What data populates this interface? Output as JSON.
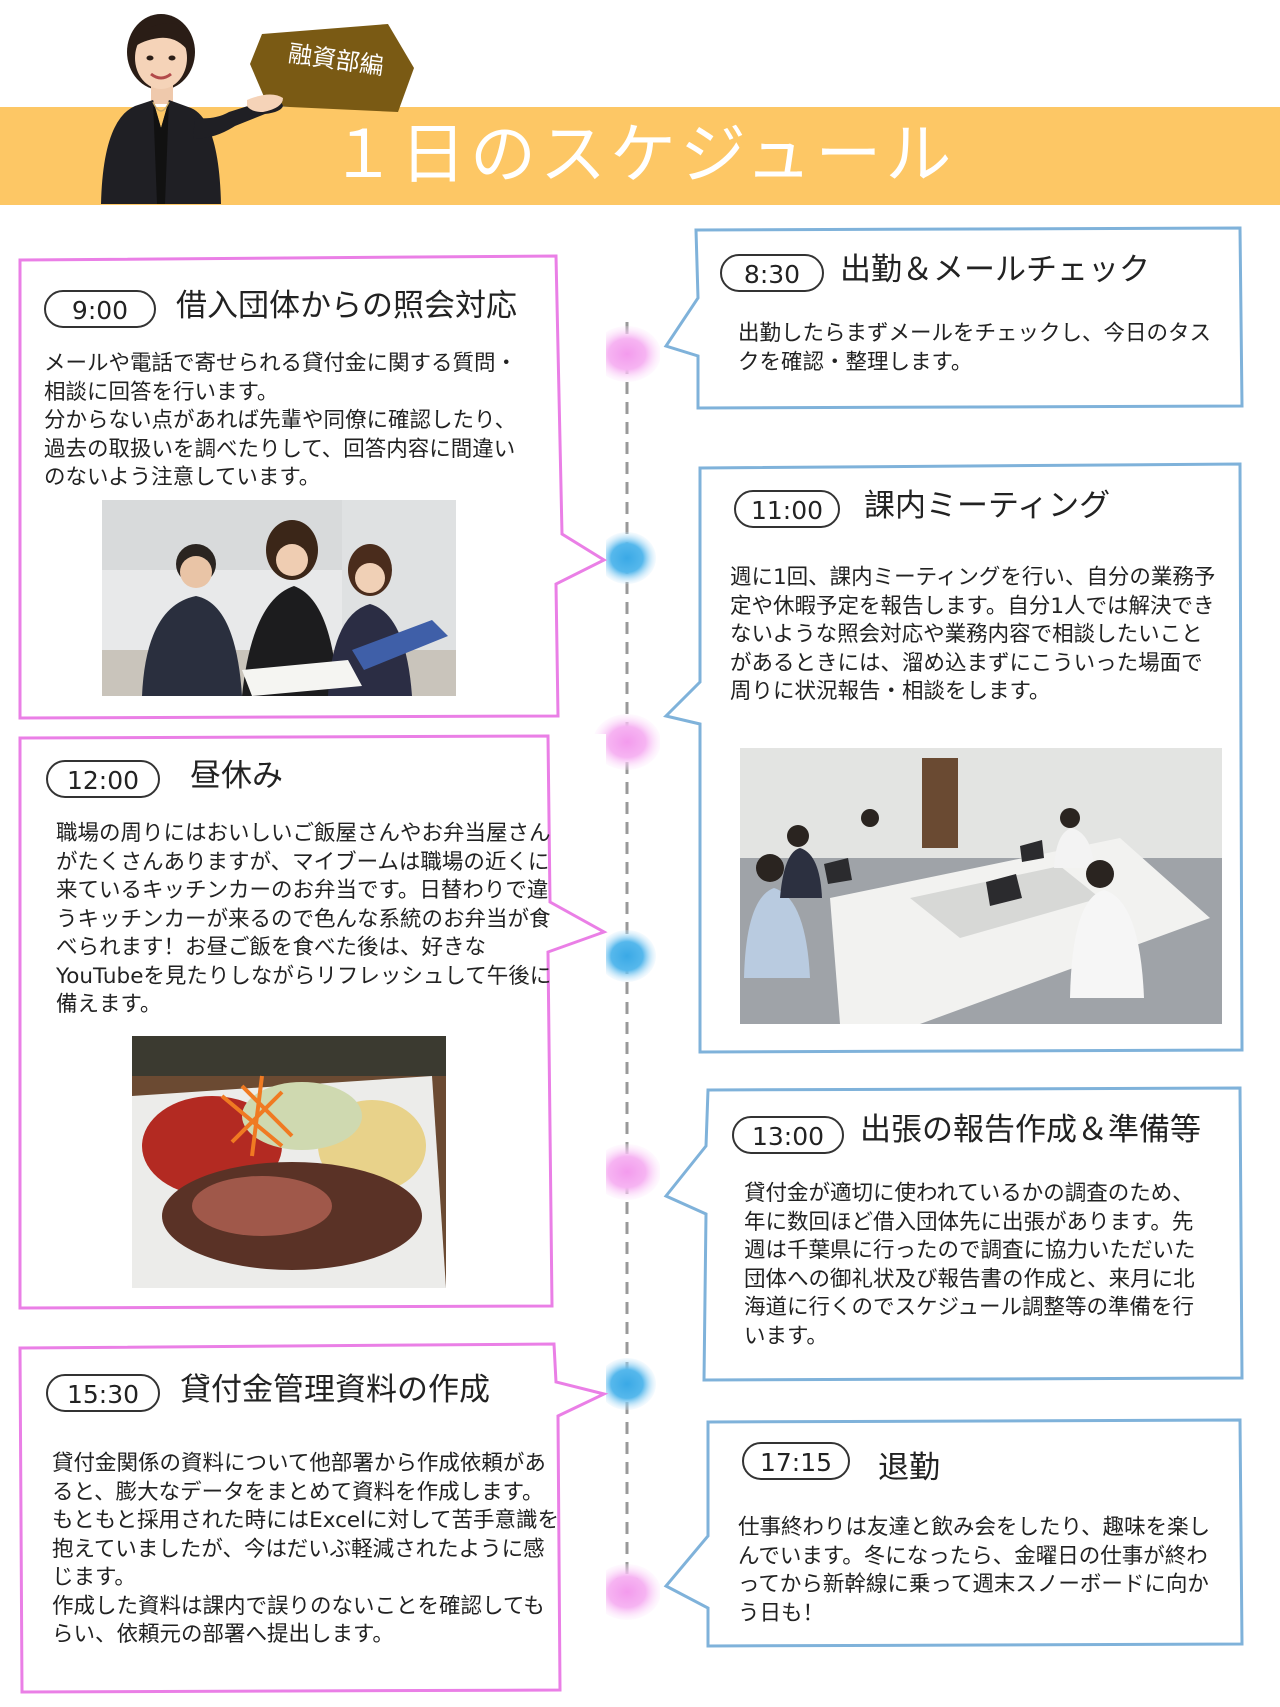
{
  "header": {
    "title": "１日のスケジュール",
    "tag": "融資部編"
  },
  "colors": {
    "banner": "#fdc765",
    "tag": "#7a5a14",
    "pink_card": "#ea7fe6",
    "blue_card": "#7fb2da",
    "pink_dot": "#f6a8f0",
    "blue_dot": "#4cb3ea"
  },
  "schedule": [
    {
      "time": "8:30",
      "title": "出勤＆メールチェック",
      "body": "出勤したらまずメールをチェックし、今日のタスクを確認・整理します。"
    },
    {
      "time": "9:00",
      "title": "借入団体からの照会対応",
      "body": "メールや電話で寄せられる貸付金に関する質問・相談に回答を行います。\n分からない点があれば先輩や同僚に確認したり、過去の取扱いを調べたりして、回答内容に間違いのないよう注意しています。"
    },
    {
      "time": "11:00",
      "title": "課内ミーティング",
      "body": "週に1回、課内ミーティングを行い、自分の業務予定や休暇予定を報告します。自分1人では解決できないような照会対応や業務内容で相談したいことがあるときには、溜め込まずにこういった場面で周りに状況報告・相談をします。"
    },
    {
      "time": "12:00",
      "title": "昼休み",
      "body": "職場の周りにはおいしいご飯屋さんやお弁当屋さんがたくさんありますが、マイブームは職場の近くに来ているキッチンカーのお弁当です。日替わりで違うキッチンカーが来るので色んな系統のお弁当が食べられます！お昼ご飯を食べた後は、好きなYouTubeを見たりしながらリフレッシュして午後に備えます。"
    },
    {
      "time": "13:00",
      "title": "出張の報告作成＆準備等",
      "body": "貸付金が適切に使われているかの調査のため、年に数回ほど借入団体先に出張があります。先週は千葉県に行ったので調査に協力いただいた団体への御礼状及び報告書の作成と、来月に北海道に行くのでスケジュール調整等の準備を行います。"
    },
    {
      "time": "15:30",
      "title": "貸付金管理資料の作成",
      "body": "貸付金関係の資料について他部署から作成依頼があると、膨大なデータをまとめて資料を作成します。もともと採用された時にはExcelに対して苦手意識を抱えていましたが、今はだいぶ軽減されたように感じます。\n作成した資料は課内で誤りのないことを確認してもらい、依頼元の部署へ提出します。"
    },
    {
      "time": "17:15",
      "title": "退勤",
      "body": "仕事終わりは友達と飲み会をしたり、趣味を楽しんでいます。冬になったら、金曜日の仕事が終わってから新幹線に乗って週末スノーボードに向かう日も！"
    }
  ]
}
